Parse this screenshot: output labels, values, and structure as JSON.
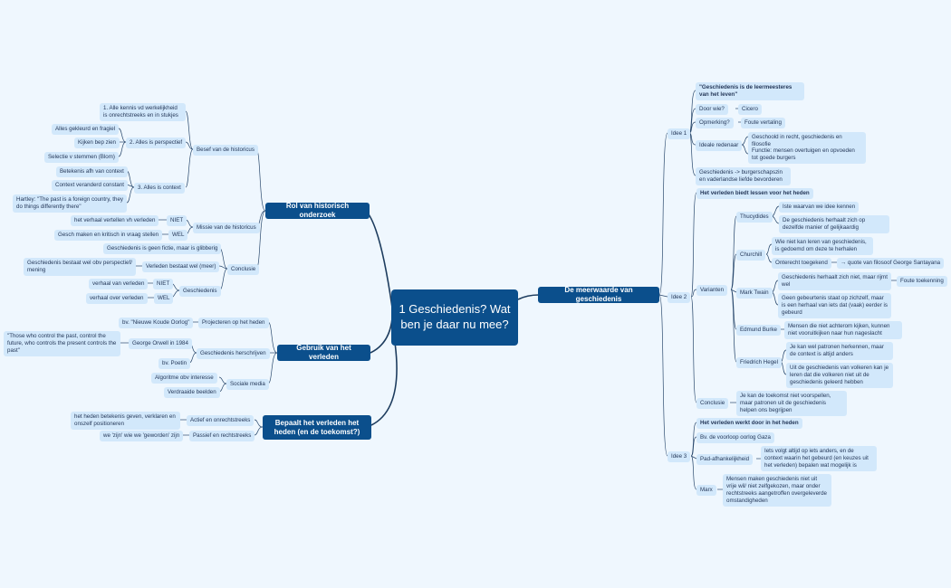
{
  "central": "1 Geschiedenis? Wat ben je daar nu mee?",
  "right": {
    "main": "De meerwaarde van geschiedenis",
    "idee1": {
      "label": "Idee 1",
      "quote": "\"Geschiedenis is de leermeesteres van het leven\"",
      "door_wie": "Door wie?",
      "cicero": "Cicero",
      "opmerking": "Opmerking?",
      "foute_vertaling": "Foute vertaling",
      "ideale_redenaar": "Ideale redenaar",
      "geschoold": "Geschoold in recht, geschiedenis en filosofie",
      "functie": "Functie: mensen overtuigen en opvoeden tot goede burgers",
      "burgerschap": "Geschiedenis -> burgerschapszin en vaderlandse liefde bevorderen"
    },
    "idee2": {
      "label": "Idee 2",
      "heading": "Het verleden biedt lessen voor het heden",
      "varianten": "Varianten",
      "thucydides": "Thucydides",
      "thu1": "Iste waarvan we idee kennen",
      "thu2": "De geschiedenis herhaalt zich op dezelfde manier of gelijkaardig",
      "churchill": "Churchill",
      "ch1": "Wie niet kan leren van geschiedenis, is gedoemd om deze te herhalen",
      "ch2": "Onterecht toegekend",
      "ch3": "→ quote van filosoof George Santayana",
      "twain": "Mark Twain",
      "tw1": "Geschiedenis herhaalt zich niet, maar rijmt wel",
      "tw1b": "Foute toekenning",
      "tw2": "Geen gebeurtenis staat op zichzelf, maar is een herhaal van iets dat (vaak) eerder is gebeurd",
      "burke": "Edmund Burke",
      "bu1": "Mensen die niet achterom kijken, kunnen niet vooruitkijken naar hun nageslacht",
      "hegel": "Friedrich Hegel",
      "he1": "Je kan wel patronen herkennen, maar de context is altijd anders",
      "he2": "Uit de geschiedenis van volkeren kan je leren dat die volkeren niet uit de geschiedenis geleerd hebben",
      "conclusie": "Conclusie",
      "co1": "Je kan de toekomst niet voorspellen, maar patronen uit de geschiedenis helpen ons begrijpen"
    },
    "idee3": {
      "label": "Idee 3",
      "heading": "Het verleden werkt door in het heden",
      "gaza": "Bv. de voorloop oorlog Gaza",
      "pad": "Pad-afhankelijkheid",
      "pad1": "Iets volgt altijd op iets anders, en de context waarin het gebeurd (en keuzes uit het verleden) bepalen wat mogelijk is",
      "marx": "Marx",
      "marx1": "Mensen maken geschiedenis niet uit vrije wil/ niet zelfgekozen, maar onder rechtstreeks aangetroffen overgeleverde omstandigheden"
    }
  },
  "left1": {
    "main": "Rol van historisch onderzoek",
    "besef": "Besef van de historicus",
    "k1": "1. Alle kennis vd werkelijkheid is onrechtstreeks en in stukjes",
    "k2": "2. Alles is perspectief",
    "k2a": "Alles gekleurd en fragiel",
    "k2b": "Kijken bep zien",
    "k2c": "Selectie v stemmen (Blom)",
    "k3": "3. Alles is context",
    "k3a": "Betekenis afh van context",
    "k3b": "Context veranderd constant",
    "k3c": "Hartley: \"The past is a foreign country, they do things differently there\"",
    "missie": "Missie van de historicus",
    "niet": "NIET",
    "m1": "het verhaal vertellen vh verleden",
    "wel": "WEL",
    "m2": "Gesch maken en kritisch in vraag stellen",
    "conclusie": "Conclusie",
    "c1": "Geschiedenis is geen fictie, maar is glibberig",
    "c2": "Verleden bestaat wel (meer)",
    "c2a": "Geschiedenis bestaat wel obv perspectief/ mening",
    "c3": "Geschiedenis",
    "c3niet": "NIET",
    "c3a": "verhaal van verleden",
    "c3wel": "WEL",
    "c3b": "verhaal over verleden"
  },
  "left2": {
    "main": "Gebruik van het verleden",
    "proj": "Projecteren op het heden",
    "proj1": "bv. \"Nieuwe Koude Oorlog\"",
    "hersch": "Geschiedenis herschrijven",
    "orwell": "George Orwell in 1984",
    "orwell1": "\"Those who control the past, control the future, who controls the present controls the past\"",
    "poetin": "bv. Poetin",
    "social": "Sociale media",
    "algo": "Algoritme obv interesse",
    "verdr": "Verdraaide beelden"
  },
  "left3": {
    "main": "Bepaalt het verleden het heden (en de toekomst?)",
    "actief": "Actief en onrechtstreeks",
    "actief1": "het heden betekenis geven, verklaren en onszelf positioneren",
    "passief": "Passief en rechtstreeks",
    "passief1": "we 'zijn' wie we 'geworden' zijn"
  },
  "colors": {
    "background": "#eff7fe",
    "main": "#0b4f8c",
    "node": "#d2e8fb",
    "line": "#1d3c5e"
  }
}
